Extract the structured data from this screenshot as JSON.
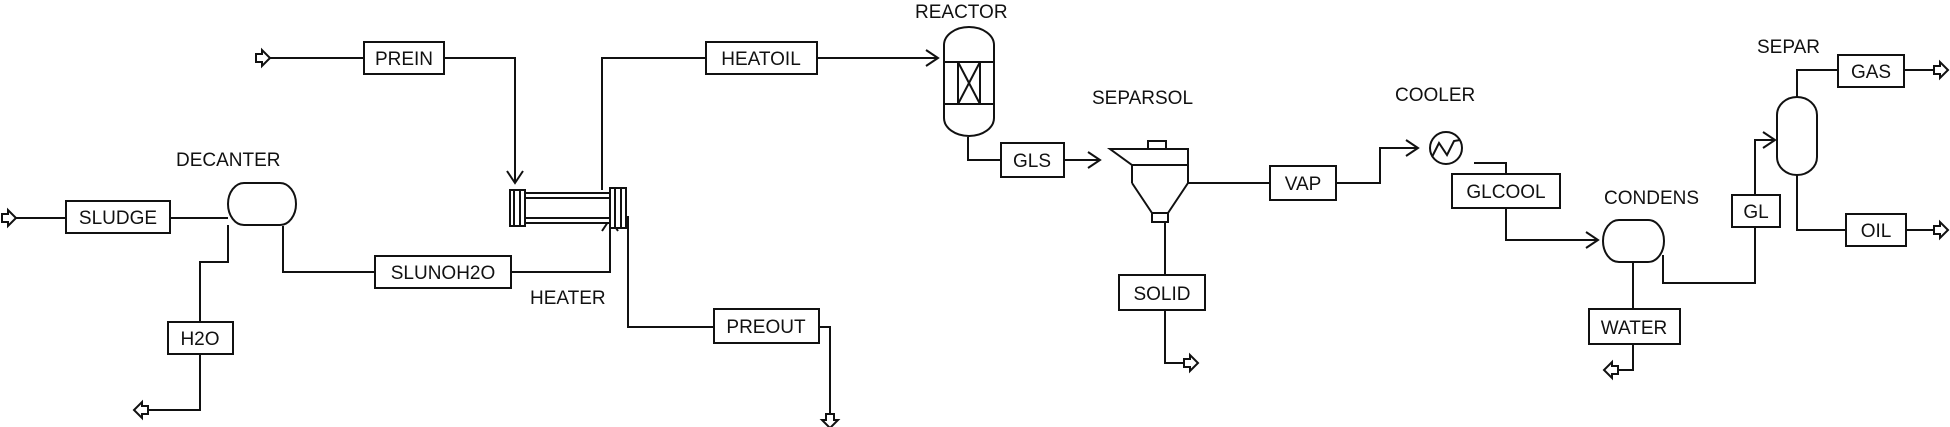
{
  "diagram": {
    "blocks": {
      "decanter": "DECANTER",
      "heater": "HEATER",
      "reactor": "REACTOR",
      "separsol": "SEPARSOL",
      "cooler": "COOLER",
      "condens": "CONDENS",
      "separ": "SEPAR"
    },
    "streams": {
      "sludge": "SLUDGE",
      "h2o": "H2O",
      "slunoh2o": "SLUNOH2O",
      "prein": "PREIN",
      "preout": "PREOUT",
      "heatoil": "HEATOIL",
      "gls": "GLS",
      "solid": "SOLID",
      "vap": "VAP",
      "glcool": "GLCOOL",
      "water": "WATER",
      "gl": "GL",
      "gas": "GAS",
      "oil": "OIL"
    }
  }
}
